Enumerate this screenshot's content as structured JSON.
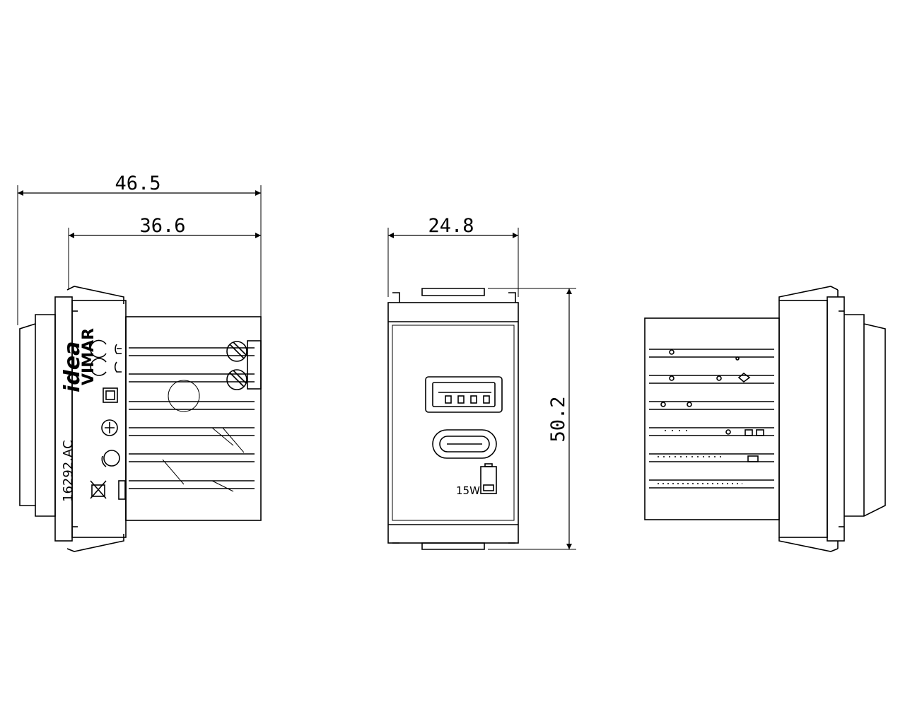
{
  "dimensions": {
    "overall_depth": "46.5",
    "body_depth": "36.6",
    "front_width": "24.8",
    "front_height": "50.2"
  },
  "labels": {
    "brand_series": "idea",
    "brand": "VIMAR",
    "article_code": "16292.AC",
    "power_rating": "15W"
  },
  "views": [
    "side-view-left",
    "front-view",
    "side-view-right"
  ],
  "colors": {
    "line": "#000000",
    "background": "#ffffff"
  }
}
